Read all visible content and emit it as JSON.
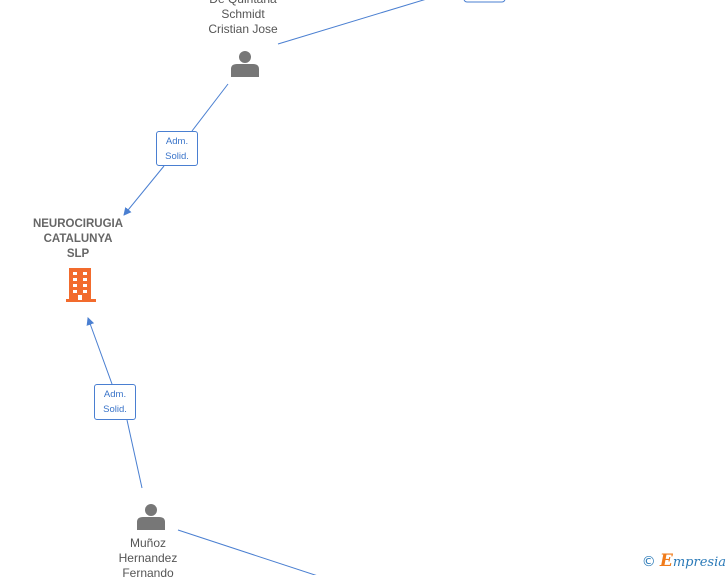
{
  "people": [
    {
      "id": "person-top",
      "label": "De Quintana\nSchmidt\nCristian Jose"
    },
    {
      "id": "person-bottom",
      "label": "Muñoz\nHernandez\nFernando"
    }
  ],
  "company": {
    "label": "NEUROCIRUGIA\nCATALUNYA\nSLP"
  },
  "edges": [
    {
      "label": "Adm.\nSolid."
    },
    {
      "label": "Adm.\nSolid."
    }
  ],
  "watermark": {
    "copyright": "©",
    "brand_initial": "E",
    "brand_rest": "mpresia"
  },
  "colors": {
    "edge": "#4a7fd1",
    "company_icon": "#f26b2d",
    "person_icon": "#777777"
  }
}
